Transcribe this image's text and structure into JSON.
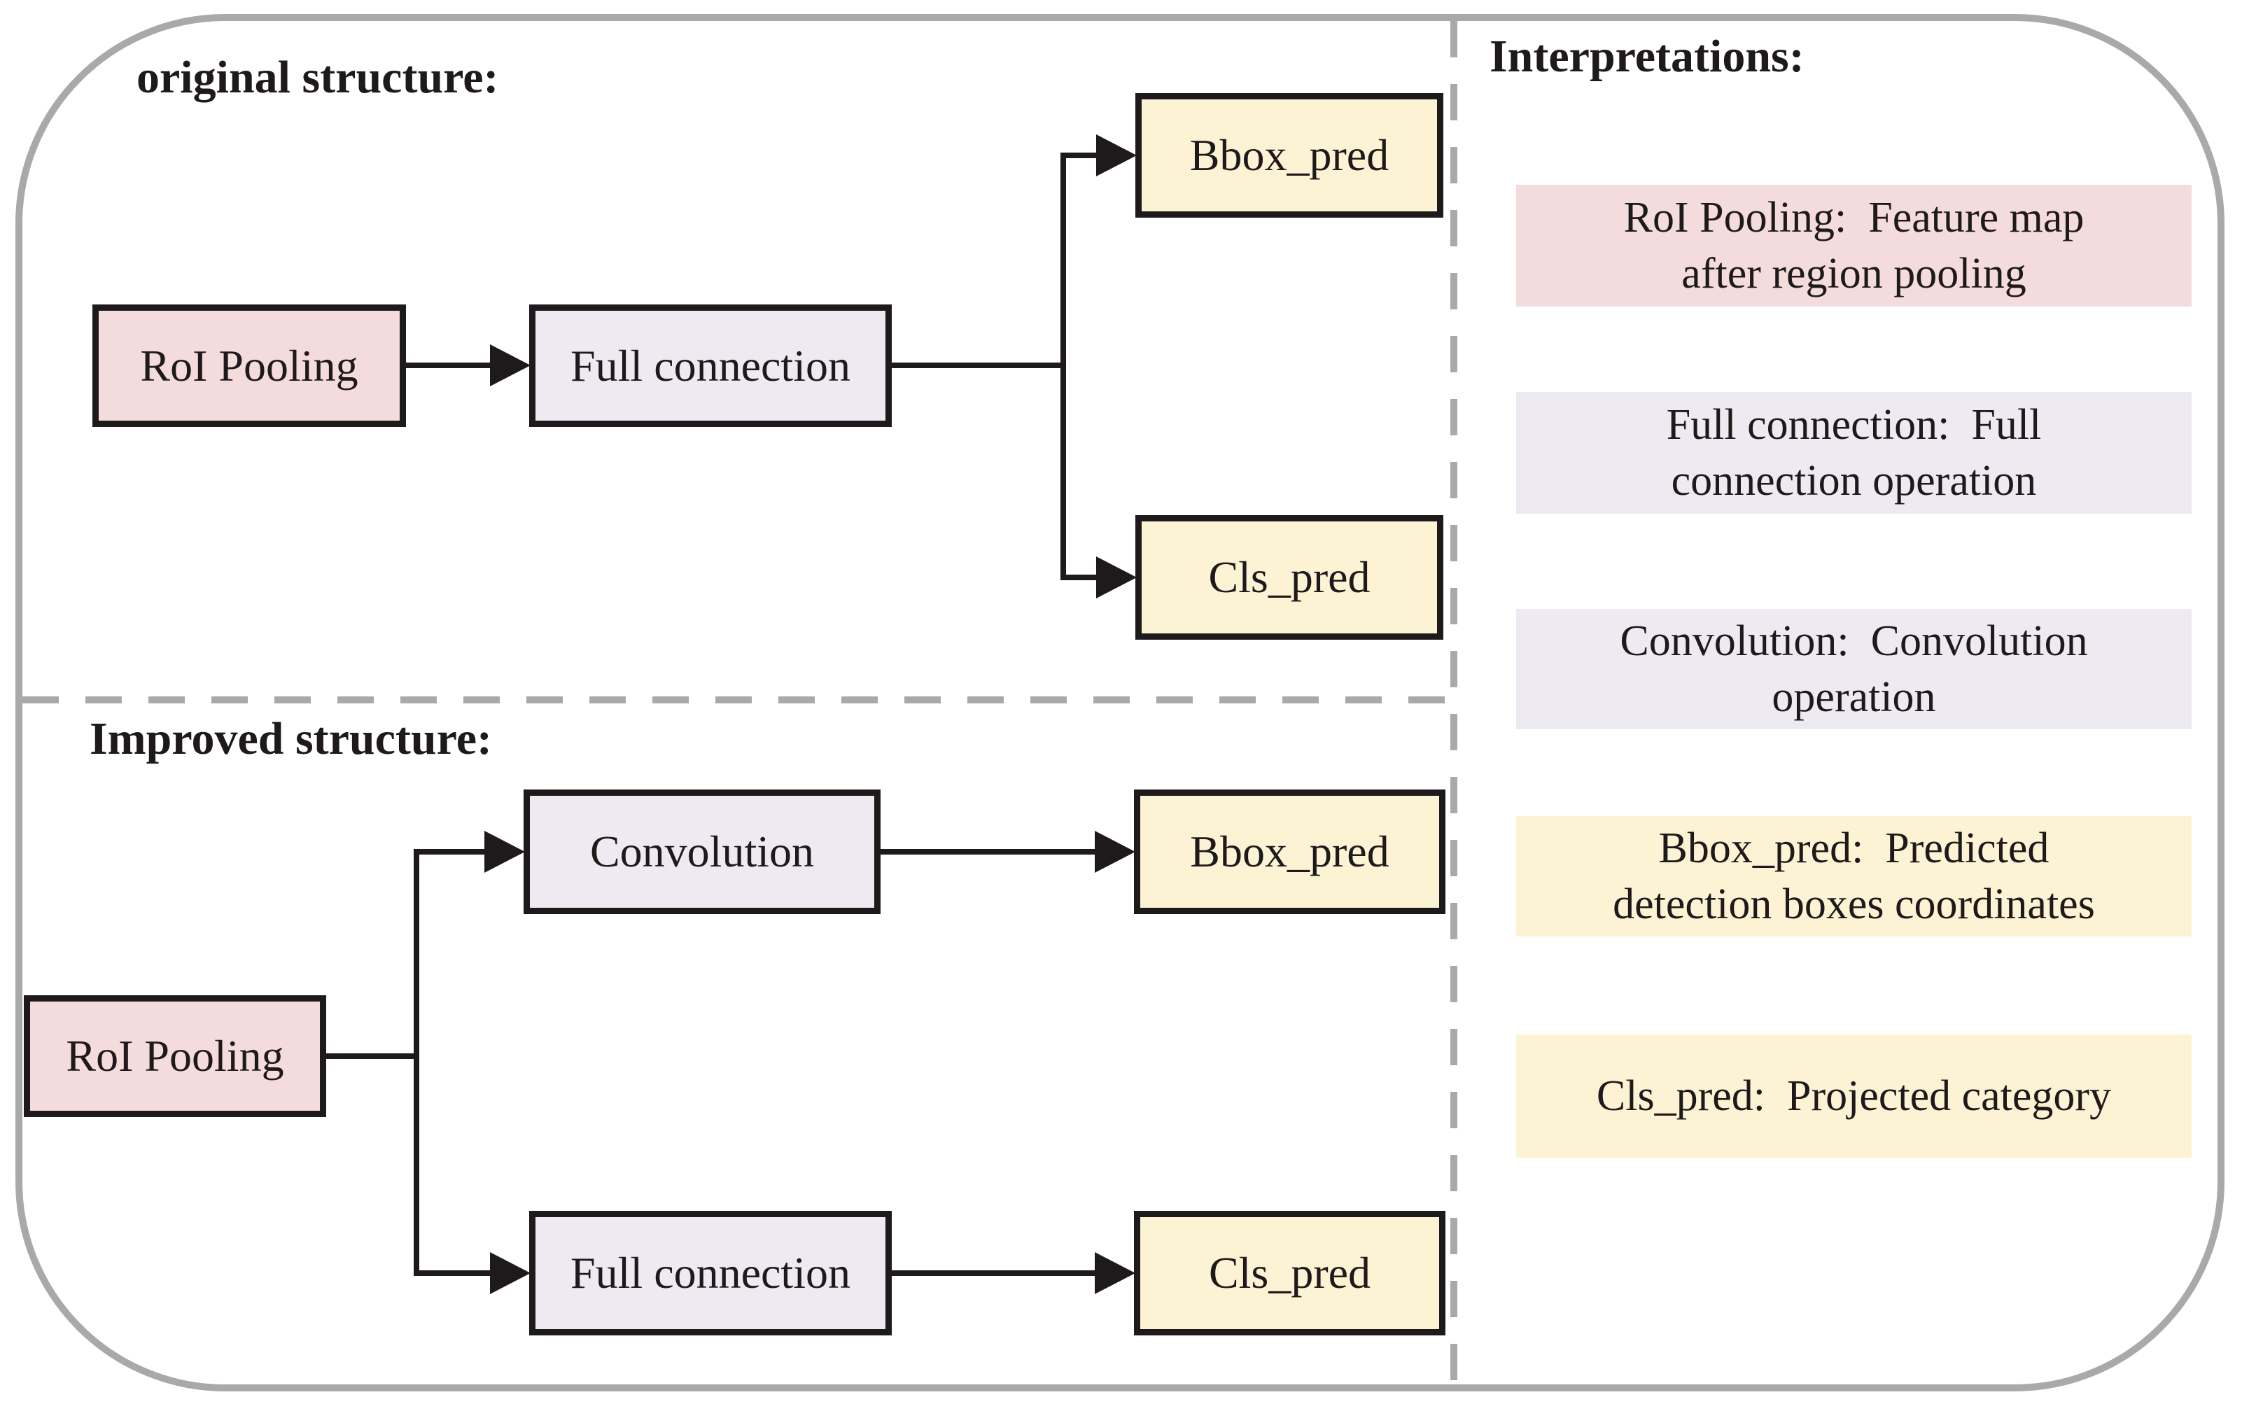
{
  "palette": {
    "pink": "#f5dcdc",
    "lavender": "#edeaf2",
    "yellow": "#fcf2d4",
    "line_gray": "#a9a9a9",
    "ink": "#1e1a1b"
  },
  "sections": {
    "original": {
      "heading": "original structure:",
      "nodes": {
        "roi_pooling": "RoI Pooling",
        "full_connection": "Full connection",
        "bbox_pred": "Bbox_pred",
        "cls_pred": "Cls_pred"
      }
    },
    "improved": {
      "heading": "Improved structure:",
      "nodes": {
        "roi_pooling": "RoI Pooling",
        "convolution": "Convolution",
        "full_connection": "Full connection",
        "bbox_pred": "Bbox_pred",
        "cls_pred": "Cls_pred"
      }
    },
    "interpretations": {
      "heading": "Interpretations:",
      "items": [
        {
          "key": "roi-pooling",
          "color": "pink",
          "text": "RoI Pooling:  Feature map\nafter region pooling"
        },
        {
          "key": "full-connection",
          "color": "lavender",
          "text": "Full connection:  Full\nconnection operation"
        },
        {
          "key": "convolution",
          "color": "lavender",
          "text": "Convolution:  Convolution\noperation"
        },
        {
          "key": "bbox-pred",
          "color": "yellow",
          "text": "Bbox_pred:  Predicted\ndetection boxes coordinates"
        },
        {
          "key": "cls-pred",
          "color": "yellow",
          "text": "Cls_pred:  Projected category"
        }
      ]
    }
  }
}
